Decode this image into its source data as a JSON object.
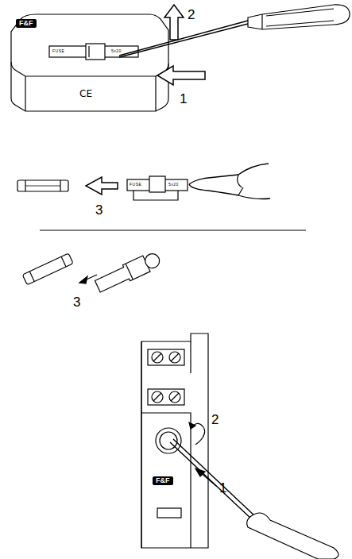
{
  "diagram": {
    "labels": [
      "F&F",
      "FUSE",
      "5x20",
      "2",
      "1",
      "CE",
      "3",
      "FUSE",
      "5x20",
      "3",
      "2",
      "1",
      "F&F"
    ]
  }
}
